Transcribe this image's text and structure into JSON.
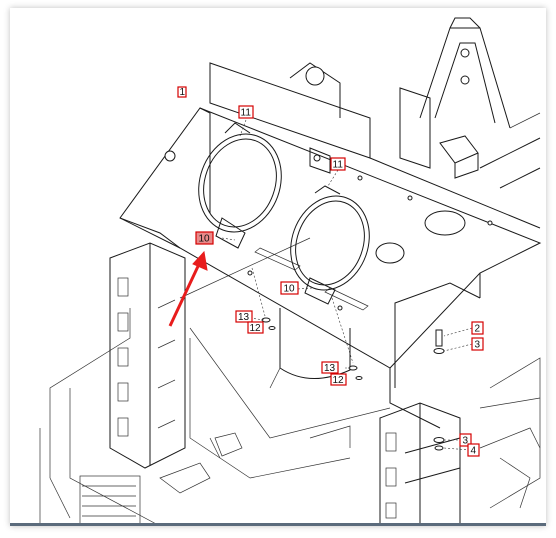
{
  "diagram": {
    "callouts": [
      {
        "id": "c1",
        "label": "1"
      },
      {
        "id": "c11a",
        "label": "11"
      },
      {
        "id": "c11b",
        "label": "11"
      },
      {
        "id": "c10a",
        "label": "10"
      },
      {
        "id": "c10b",
        "label": "10"
      },
      {
        "id": "c13a",
        "label": "13"
      },
      {
        "id": "c12a",
        "label": "12"
      },
      {
        "id": "c13b",
        "label": "13"
      },
      {
        "id": "c12b",
        "label": "12"
      },
      {
        "id": "c2",
        "label": "2"
      },
      {
        "id": "c3a",
        "label": "3"
      },
      {
        "id": "c3b",
        "label": "3"
      },
      {
        "id": "c4",
        "label": "4"
      }
    ],
    "colors": {
      "callout_border": "#d40000",
      "highlight_fill": "#e88a8a",
      "arrow": "#e81c1c",
      "line": "#1a1a1a"
    }
  }
}
